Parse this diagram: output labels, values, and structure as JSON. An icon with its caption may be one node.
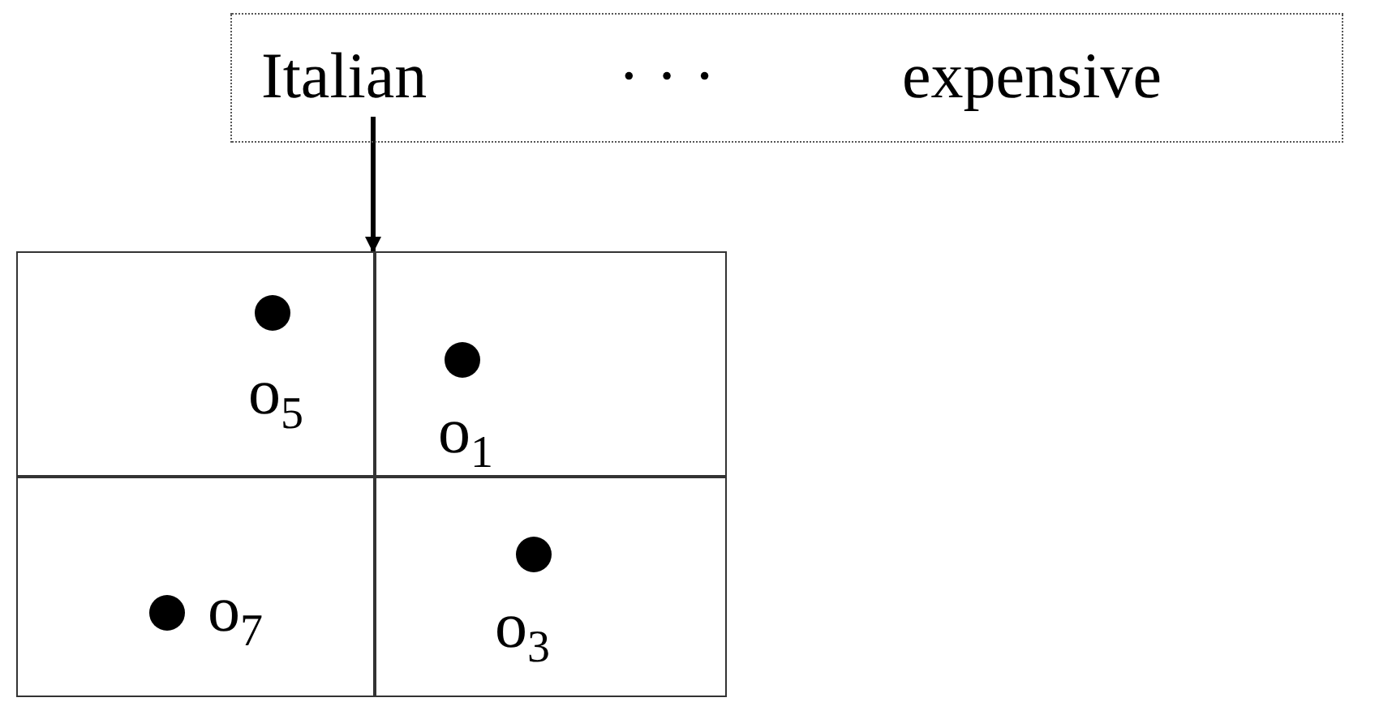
{
  "diagram": {
    "nodes": [
      {
        "text": [],
        "shape": "box"
      },
      {
        "text": [
          "Italian"
        ],
        "in": 0
      },
      {
        "text": [
          "· · ·"
        ],
        "in": 0
      },
      {
        "text": [
          "expensive"
        ],
        "in": 0
      },
      {
        "text": [],
        "shape": "box"
      }
    ],
    "edges": [
      {
        "from": 1,
        "to": 4,
        "arrow": "to"
      }
    ],
    "labels": [
      "o$_{5}$",
      "o$_{1}$",
      "o$_{7}$",
      "o$_{3}$"
    ]
  }
}
